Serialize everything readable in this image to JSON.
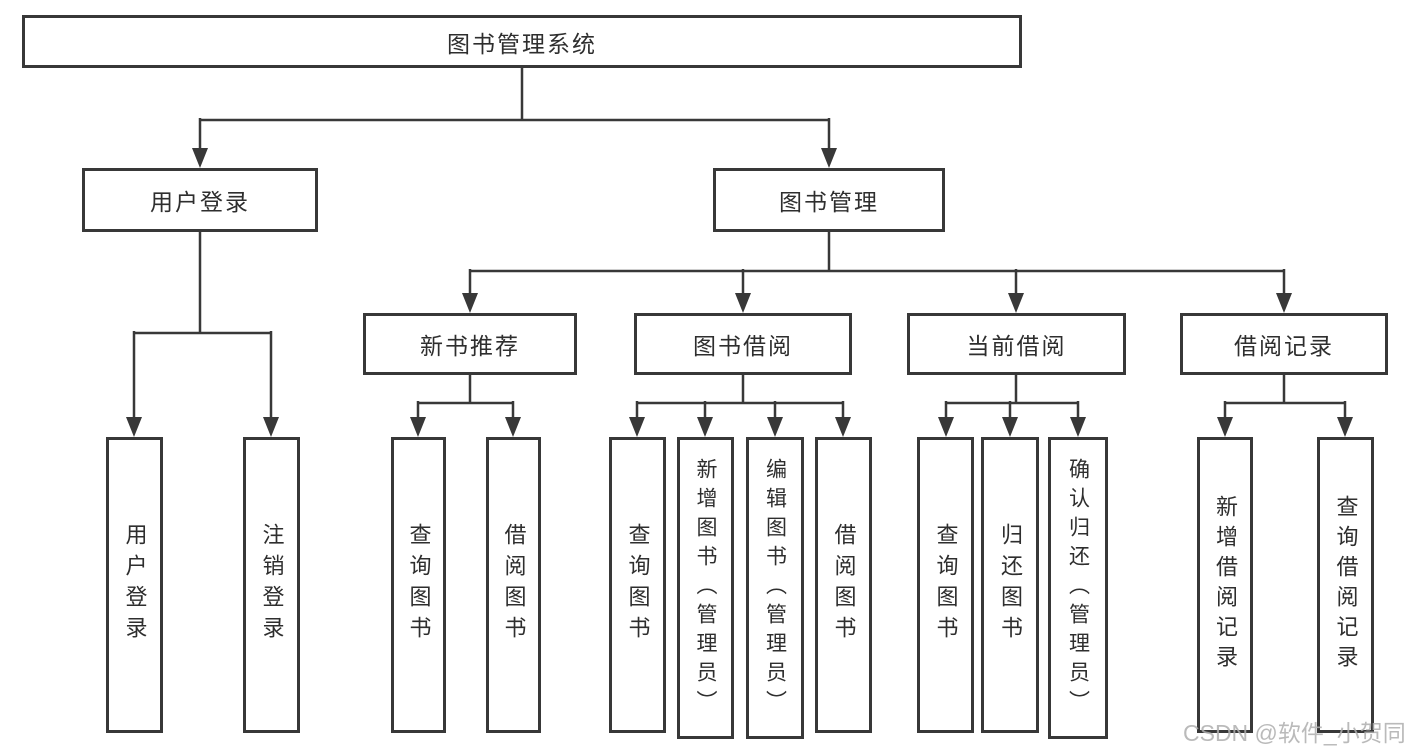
{
  "diagram": {
    "root": {
      "label": "图书管理系统",
      "children": [
        {
          "label": "用户登录",
          "children": [
            {
              "label": "用户登录"
            },
            {
              "label": "注销登录"
            }
          ]
        },
        {
          "label": "图书管理",
          "children": [
            {
              "label": "新书推荐",
              "children": [
                {
                  "label": "查询图书"
                },
                {
                  "label": "借阅图书"
                }
              ]
            },
            {
              "label": "图书借阅",
              "children": [
                {
                  "label": "查询图书"
                },
                {
                  "label": "新增图书（管理员）"
                },
                {
                  "label": "编辑图书（管理员）"
                },
                {
                  "label": "借阅图书"
                }
              ]
            },
            {
              "label": "当前借阅",
              "children": [
                {
                  "label": "查询图书"
                },
                {
                  "label": "归还图书"
                },
                {
                  "label": "确认归还（管理员）"
                }
              ]
            },
            {
              "label": "借阅记录",
              "children": [
                {
                  "label": "新增借阅记录"
                },
                {
                  "label": "查询借阅记录"
                }
              ]
            }
          ]
        }
      ]
    }
  },
  "watermark": {
    "text": "CSDN @软件_小贺同学",
    "color": "#afafaf"
  },
  "colors": {
    "line": "#383838",
    "box_border": "#383838",
    "text": "#2e2e2e",
    "background": "#ffffff"
  }
}
